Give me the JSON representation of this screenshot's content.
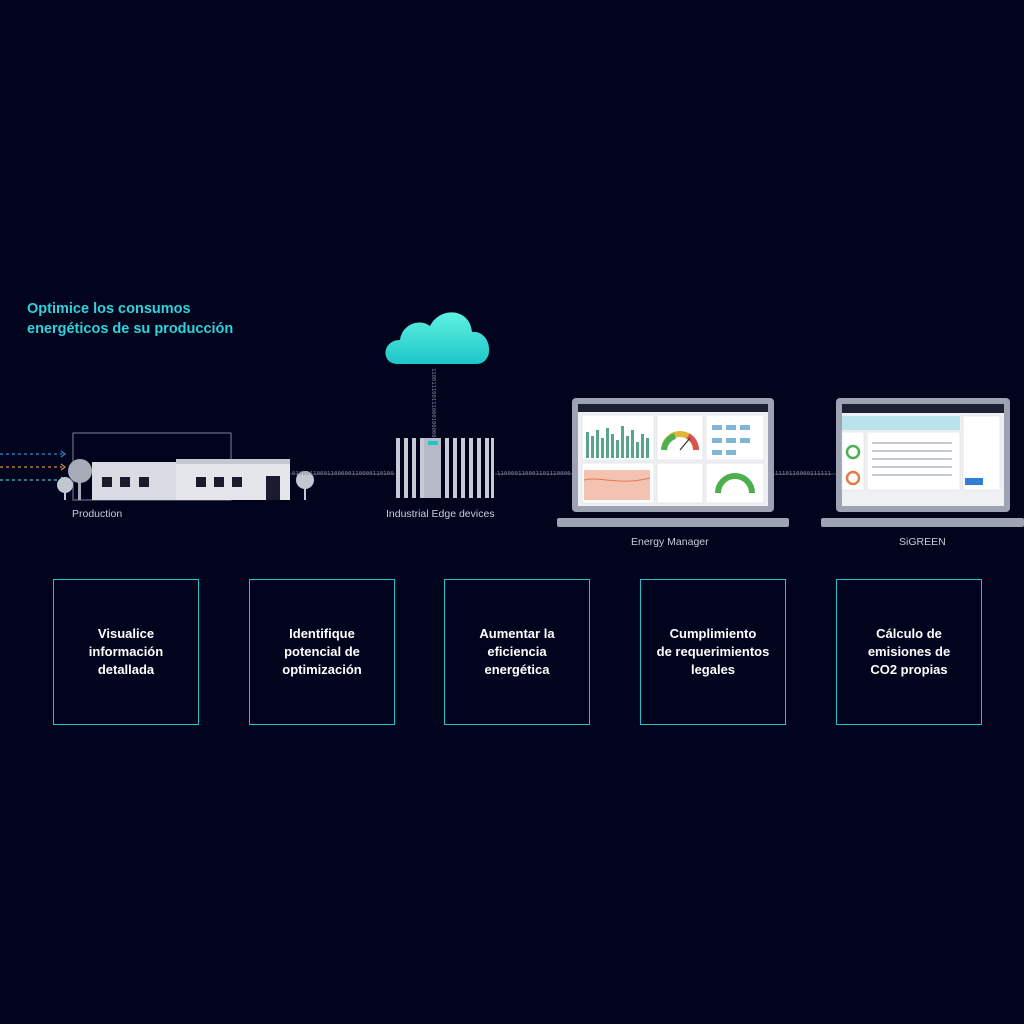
{
  "headline": {
    "line1": "Optimice los consumos",
    "line2": "energéticos de su producción"
  },
  "stages": {
    "production": "Production",
    "edge": "Industrial Edge devices",
    "energy_manager": "Energy Manager",
    "sigreen": "SiGREEN"
  },
  "bitstreams": {
    "a": "0100011000110000011000011010000110000100",
    "b": "1100001100011011100001100",
    "c": "1110110000111111",
    "vertical": "110011100111000100000110011000"
  },
  "cards": [
    {
      "lines": [
        "Visualice",
        "información",
        "detallada"
      ]
    },
    {
      "lines": [
        "Identifique",
        "potencial de",
        "optimización"
      ]
    },
    {
      "lines": [
        "Aumentar la",
        "eficiencia",
        "energética"
      ]
    },
    {
      "lines": [
        "Cumplimiento",
        "de requerimientos",
        "legales"
      ]
    },
    {
      "lines": [
        "Cálculo de",
        "emisiones de",
        "CO2 propias"
      ]
    }
  ],
  "colors": {
    "background": "#02041e",
    "accent": "#2ed3d9",
    "card_border": "#22c2cb",
    "line": "#8a8fa0"
  },
  "icons": [
    "cloud-icon",
    "factory-icon",
    "edge-device-icon",
    "laptop-icon"
  ]
}
